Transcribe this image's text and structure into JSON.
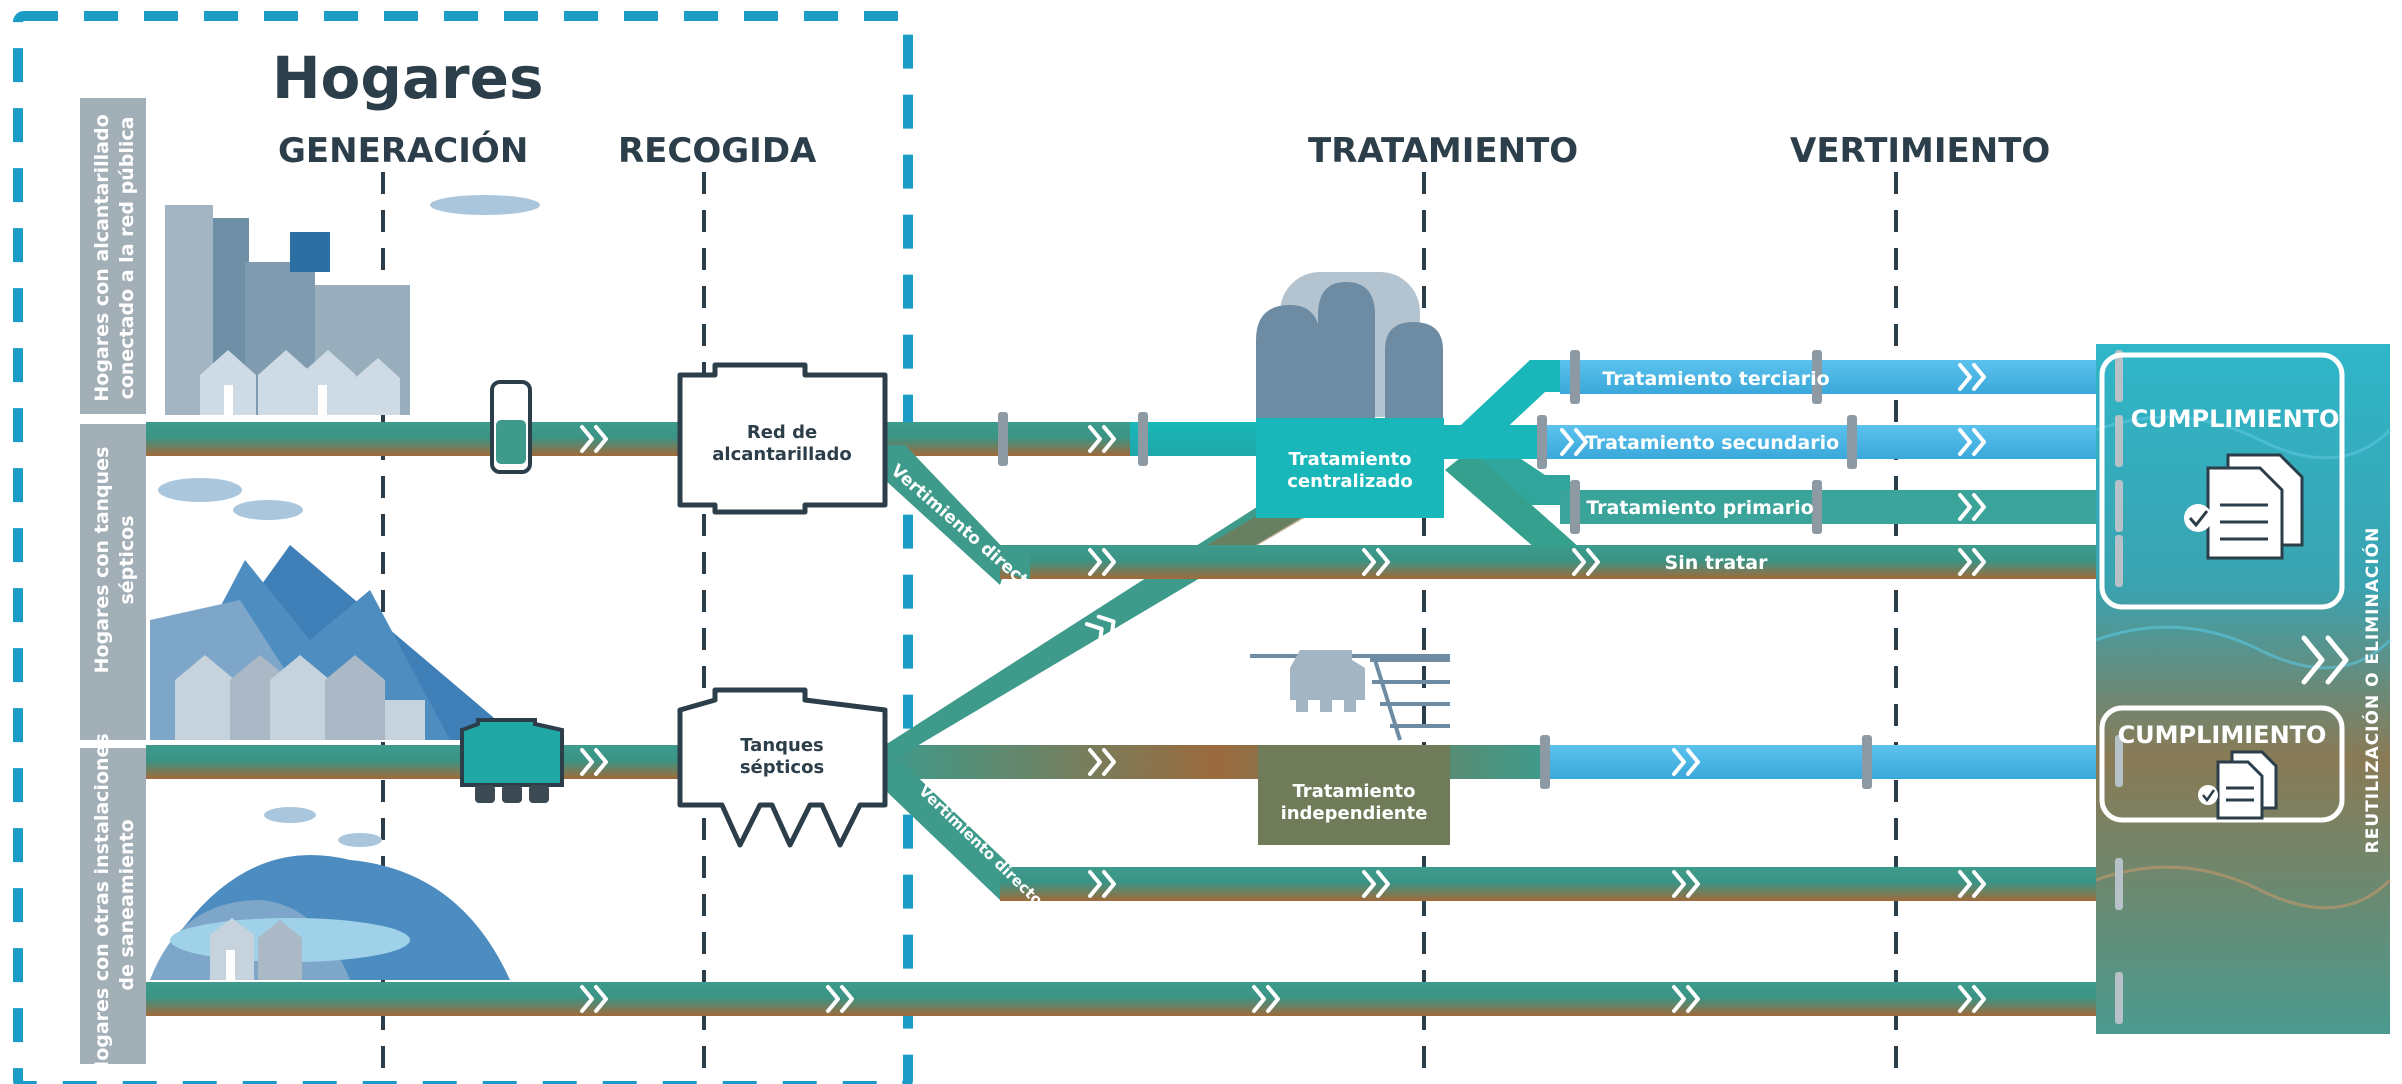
{
  "title": "Hogares",
  "stages": {
    "generacion": "GENERACIÓN",
    "recogida": "RECOGIDA",
    "tratamiento": "TRATAMIENTO",
    "vertimiento": "VERTIMIENTO"
  },
  "rows": {
    "row1": [
      "Hogares con alcantarillado",
      "conectado a la red pública"
    ],
    "row2": [
      "Hogares con tanques",
      "sépticos"
    ],
    "row3": [
      "Hogares con otras instalaciones",
      "de saneamiento"
    ]
  },
  "collection": {
    "red": [
      "Red de",
      "alcantarillado"
    ],
    "tanques": [
      "Tanques",
      "sépticos"
    ]
  },
  "treatment": {
    "centralizado": [
      "Tratamiento",
      "centralizado"
    ],
    "independiente": [
      "Tratamiento",
      "independiente"
    ]
  },
  "pipes": {
    "terciario": "Tratamiento terciario",
    "secundario": "Tratamiento secundario",
    "primario": "Tratamiento primario",
    "sin_tratar": "Sin tratar",
    "vertimiento_directo": "Vertimiento directo"
  },
  "outcomes": {
    "cumplimiento": "CUMPLIMIENTO",
    "reutilizacion": "REUTILIZACIÓN O ELIMINACIÓN"
  },
  "colors": {
    "pipe_green": "#3d9a8d",
    "pipe_brown": "#9a6a3c",
    "treated_blue": "#45b3e3",
    "teal": "#1ab5b8",
    "border_dash": "#1a9cc6",
    "label_panel": "#a3afb7",
    "text_dark": "#2c3e4a"
  }
}
